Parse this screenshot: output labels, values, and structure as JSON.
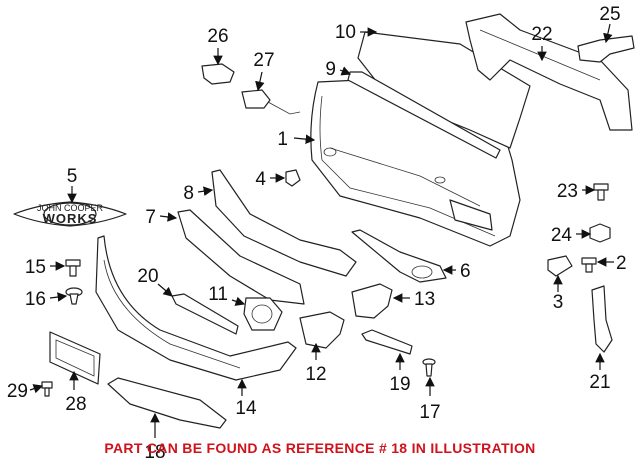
{
  "diagram": {
    "callouts": [
      "1",
      "2",
      "3",
      "4",
      "5",
      "6",
      "7",
      "8",
      "9",
      "10",
      "11",
      "12",
      "13",
      "14",
      "15",
      "16",
      "17",
      "18",
      "19",
      "20",
      "21",
      "22",
      "23",
      "24",
      "25",
      "26",
      "27",
      "28",
      "29"
    ],
    "badge": {
      "line1": "JOHN COOPER",
      "line2": "WORKS"
    },
    "footnote": "PART CAN BE FOUND AS REFERENCE # 18 IN ILLUSTRATION",
    "colors": {
      "footnote": "#d0121b",
      "lines": "#111111"
    }
  }
}
